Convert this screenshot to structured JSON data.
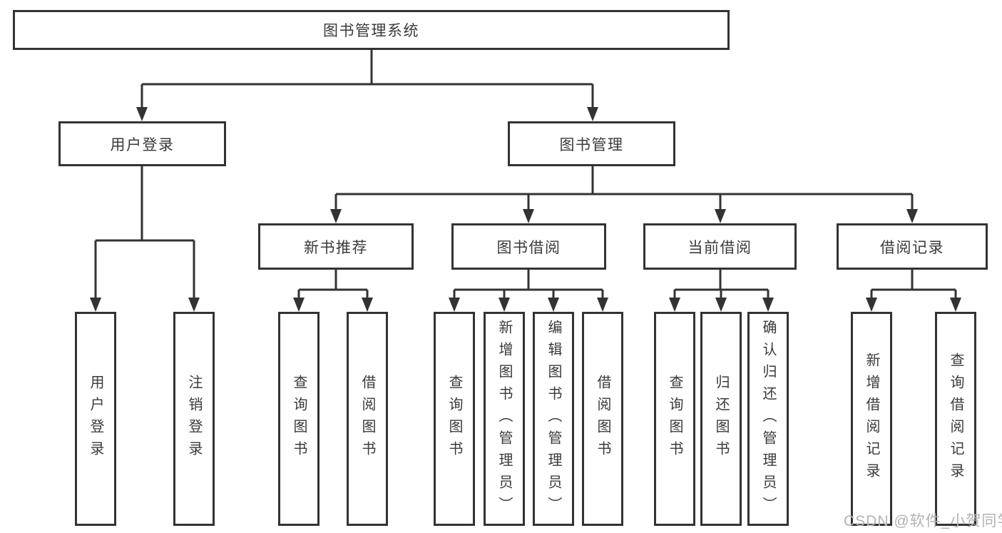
{
  "colors": {
    "line": "#333333",
    "box_border": "#333333",
    "box_background": "#ffffff",
    "text": "#3a3a3a",
    "canvas_background": "#ffffff",
    "watermark": "#b3b3b3"
  },
  "watermark": {
    "text": "CSDN @软件_小贺同学"
  },
  "tree": {
    "label": "图书管理系统",
    "children": [
      {
        "label": "用户登录",
        "children": [
          {
            "label": "用户登录"
          },
          {
            "label": "注销登录"
          }
        ]
      },
      {
        "label": "图书管理",
        "children": [
          {
            "label": "新书推荐",
            "children": [
              {
                "label": "查询图书"
              },
              {
                "label": "借阅图书"
              }
            ]
          },
          {
            "label": "图书借阅",
            "children": [
              {
                "label": "查询图书"
              },
              {
                "label": "新增图书（管理员）"
              },
              {
                "label": "编辑图书（管理员）"
              },
              {
                "label": "借阅图书"
              }
            ]
          },
          {
            "label": "当前借阅",
            "children": [
              {
                "label": "查询图书"
              },
              {
                "label": "归还图书"
              },
              {
                "label": "确认归还（管理员）"
              }
            ]
          },
          {
            "label": "借阅记录",
            "children": [
              {
                "label": "新增借阅记录"
              },
              {
                "label": "查询借阅记录"
              }
            ]
          }
        ]
      }
    ]
  }
}
